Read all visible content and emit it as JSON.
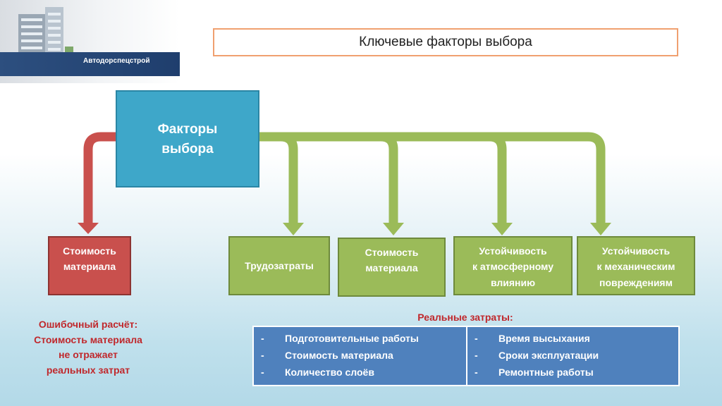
{
  "logo": {
    "company": "Автодорспецстрой"
  },
  "title": "Ключевые факторы выбора",
  "main_factor": {
    "line1": "Факторы",
    "line2": "выбора"
  },
  "false_factor": {
    "line1": "Стоимость",
    "line2": "материала"
  },
  "real_factors": [
    {
      "line1": "Трудозатраты"
    },
    {
      "line1": "Стоимость",
      "line2": "материала"
    },
    {
      "line1": "Устойчивость",
      "line2": "к атмосферному",
      "line3": "влиянию"
    },
    {
      "line1": "Устойчивость",
      "line2": "к механическим",
      "line3": "повреждениям"
    }
  ],
  "error_note": {
    "line1": "Ошибочный расчёт:",
    "line2": "Стоимость материала",
    "line3": "не отражает",
    "line4": "реальных затрат"
  },
  "real_costs": {
    "title": "Реальные затраты:",
    "bullet": "-",
    "left": [
      "Подготовительные работы",
      "Стоимость материала",
      "Количество слоёв"
    ],
    "right": [
      "Время высыхания",
      "Сроки эксплуатации",
      "Ремонтные работы"
    ]
  },
  "colors": {
    "main": "#3ea7c9",
    "false_factor": "#c9504d",
    "real_factor": "#9bbb59",
    "table": "#4f81bd",
    "title_border": "#f0a070"
  }
}
